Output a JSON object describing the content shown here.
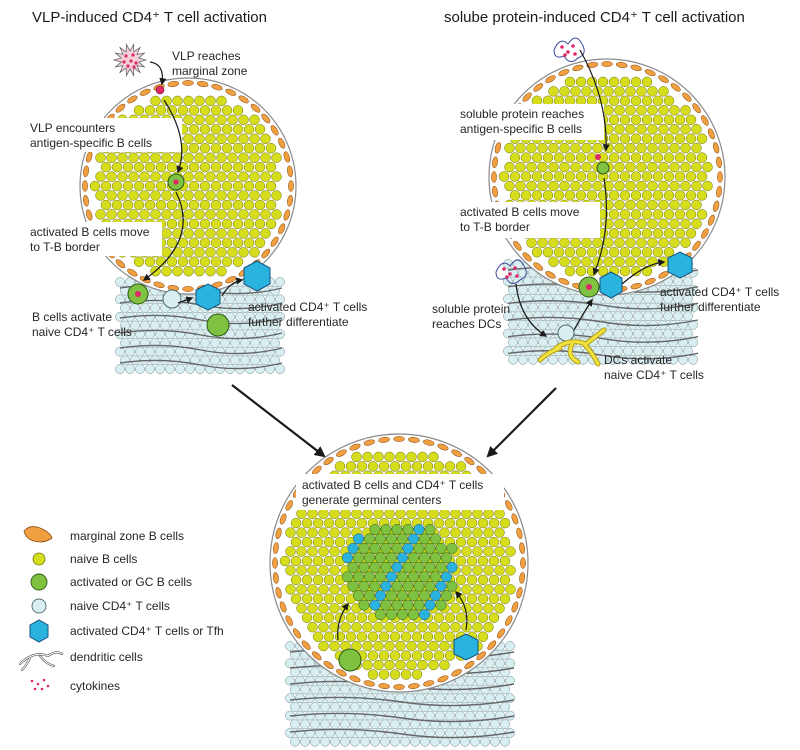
{
  "titles": {
    "left": "VLP-induced CD4⁺ T cell activation",
    "right": "solube protein-induced CD4⁺ T cell activation"
  },
  "left_panel": {
    "vlp_reaches": [
      "VLP reaches",
      "marginal zone"
    ],
    "vlp_encounters": [
      "VLP encounters",
      "antigen-specific B cells"
    ],
    "b_move": [
      "activated B cells move",
      "to T-B border"
    ],
    "b_activate": [
      "B cells activate",
      "naive CD4⁺ T cells"
    ],
    "t_differentiate": [
      "activated CD4⁺ T cells",
      "further differentiate"
    ]
  },
  "right_panel": {
    "soluble_reaches_b": [
      "soluble protein reaches",
      "antigen-specific B cells"
    ],
    "b_move": [
      "activated B cells move",
      "to T-B border"
    ],
    "soluble_reaches_dc": [
      "soluble protein",
      "reaches DCs"
    ],
    "t_differentiate": [
      "activated CD4⁺ T cells",
      "further differentiate"
    ],
    "dc_activate": [
      "DCs activate",
      "naive CD4⁺ T cells"
    ]
  },
  "bottom_panel": {
    "germinal": [
      "activated B cells and CD4⁺ T cells",
      "generate germinal centers"
    ]
  },
  "legend": [
    {
      "icon": "marginal-zone-b-cell-icon",
      "label": "marginal zone B cells"
    },
    {
      "icon": "naive-b-cell-icon",
      "label": "naive B cells"
    },
    {
      "icon": "activated-b-cell-icon",
      "label": "activated or GC B cells"
    },
    {
      "icon": "naive-t-cell-icon",
      "label": "naive CD4⁺ T cells"
    },
    {
      "icon": "activated-t-cell-icon",
      "label": "activated CD4⁺ T cells or Tfh"
    },
    {
      "icon": "dendritic-cell-icon",
      "label": "dendritic cells"
    },
    {
      "icon": "cytokine-icon",
      "label": "cytokines"
    }
  ],
  "colors": {
    "naive_b": "#d6dd1c",
    "naive_b_stroke": "#6e7410",
    "marginal_b": "#f0a040",
    "activated_b": "#7fc242",
    "naive_t": "#d8eef0",
    "activated_t": "#2bb3e0",
    "dendritic": "#e8d820",
    "antigen": "#e0286a"
  }
}
